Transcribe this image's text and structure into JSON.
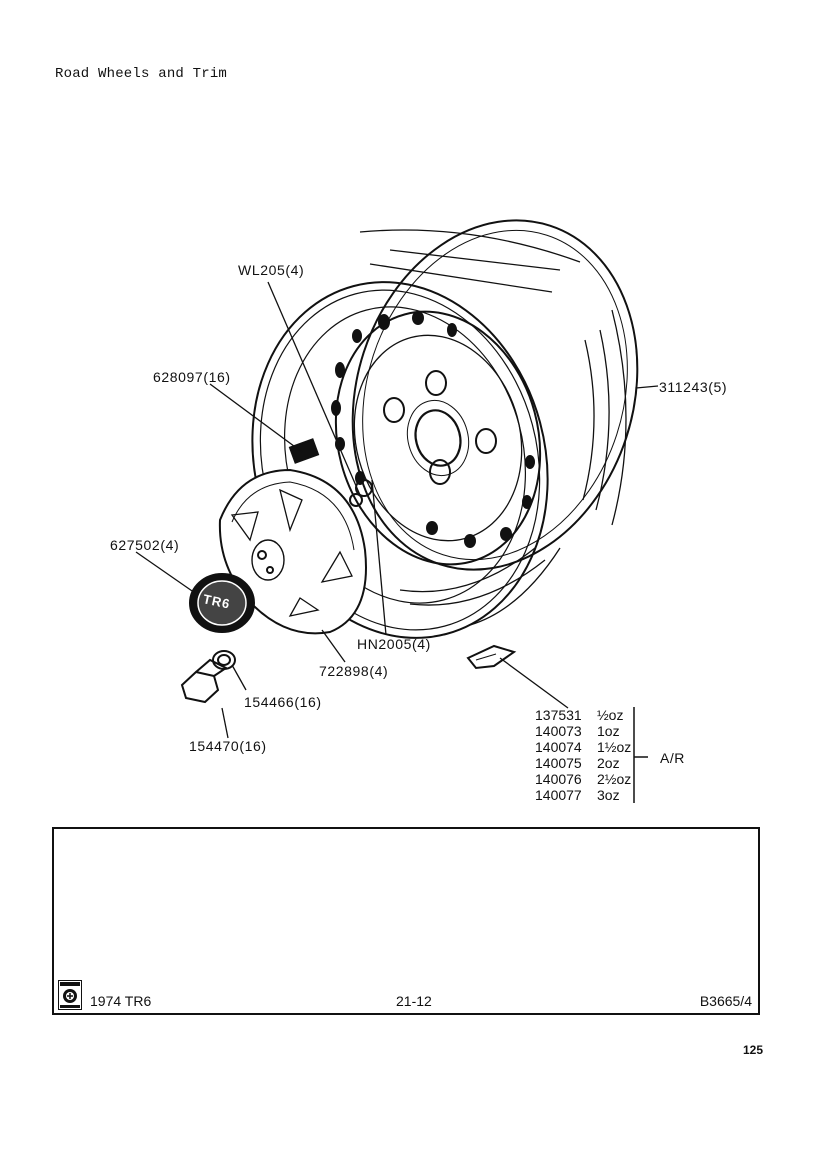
{
  "page": {
    "heading": "Road Wheels and Trim",
    "page_number": "125"
  },
  "callouts": {
    "wl205": "WL205(4)",
    "p628097": "628097(16)",
    "p311243": "311243(5)",
    "p627502": "627502(4)",
    "hn2005": "HN2005(4)",
    "p722898": "722898(4)",
    "p154466": "154466(16)",
    "p154470": "154470(16)"
  },
  "badge_text": "TR6",
  "balance_weights": [
    {
      "part": "137531",
      "size": "½oz"
    },
    {
      "part": "140073",
      "size": "1oz"
    },
    {
      "part": "140074",
      "size": "1½oz"
    },
    {
      "part": "140075",
      "size": "2oz"
    },
    {
      "part": "140076",
      "size": "2½oz"
    },
    {
      "part": "140077",
      "size": "3oz"
    }
  ],
  "weights_qty": "A/R",
  "footer": {
    "model": "1974 TR6",
    "section": "21-12",
    "code": "B3665/4",
    "logo": "british-leyland-logo"
  }
}
